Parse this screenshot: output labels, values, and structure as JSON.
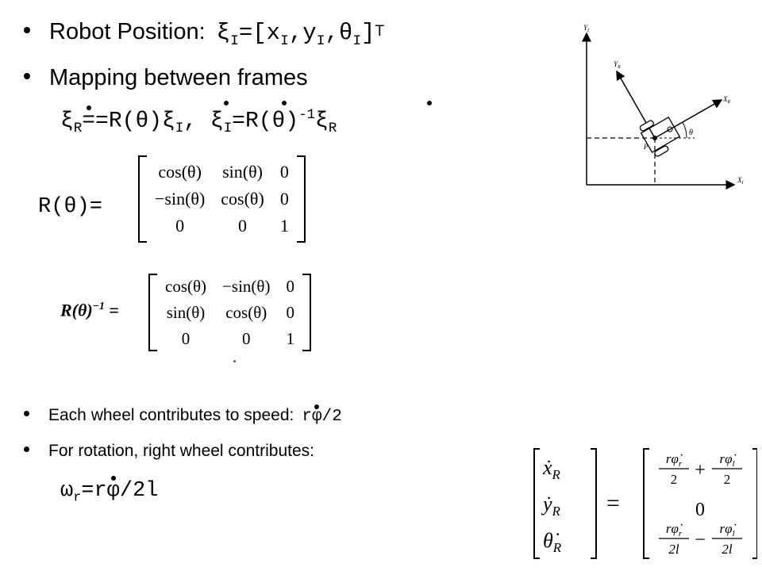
{
  "bullets": {
    "position": {
      "label": "Robot Position:",
      "xi": "ξ",
      "xi_sub": "I",
      "eq": "=[x",
      "x_sub": "I",
      "c1": ",y",
      "y_sub": "I",
      "c2": ",θ",
      "t_sub": "I",
      "close": "]",
      "sup": "T"
    },
    "mapping": {
      "label": "Mapping between frames"
    },
    "wheel": {
      "label": "Each wheel contributes to speed:",
      "formula_r": "r",
      "formula_phi": "φ",
      "formula_tail": "/2"
    },
    "rotation": {
      "label": "For rotation, right wheel contributes:"
    }
  },
  "mapping_eq": {
    "p1": "ξ",
    "p1_sub": "R",
    "p2": "=R(θ)ξ",
    "p2_sub": "I",
    "p3": ", ξ",
    "p3_sub": "I",
    "p4": "=R(θ)",
    "p4_sup": "-1",
    "p5": "ξ",
    "p5_sub": "R"
  },
  "omega_eq": {
    "w": "ω",
    "w_sub": "r",
    "rest_a": "=r",
    "phi": "φ",
    "rest_b": "/2l"
  },
  "r_theta": {
    "label": "R(θ)=",
    "rows": [
      [
        "cos(θ)",
        "sin(θ)",
        "0"
      ],
      [
        "−sin(θ)",
        "cos(θ)",
        "0"
      ],
      [
        "0",
        "0",
        "1"
      ]
    ]
  },
  "r_inverse": {
    "label_main": "R(θ)",
    "label_sup": "−1",
    "label_eq": " =",
    "rows": [
      [
        "cos(θ)",
        "−sin(θ)",
        "0"
      ],
      [
        "sin(θ)",
        "cos(θ)",
        "0"
      ],
      [
        "0",
        "0",
        "1"
      ]
    ]
  },
  "velocity_matrix": {
    "left": [
      "ẋ",
      "ẏ",
      "θ̇"
    ],
    "left_sub": "R",
    "eq": "=",
    "row1": {
      "a_num": "rφ̇",
      "a_num_sub": "r",
      "a_den": "2",
      "op": "+",
      "b_num": "rφ̇",
      "b_num_sub": "l",
      "b_den": "2"
    },
    "row2": "0",
    "row3": {
      "a_num": "rφ̇",
      "a_num_sub": "r",
      "a_den": "2l",
      "op": "−",
      "b_num": "rφ̇",
      "b_num_sub": "l",
      "b_den": "2l"
    }
  },
  "diagram": {
    "axis_y_label": "Y",
    "axis_y_sub": "I",
    "axis_x_label": "X",
    "axis_x_sub": "I",
    "robot_y_label": "Y",
    "robot_y_sub": "R",
    "robot_x_label": "X",
    "robot_x_sub": "R",
    "theta_label": "θ",
    "point_label": "P"
  }
}
